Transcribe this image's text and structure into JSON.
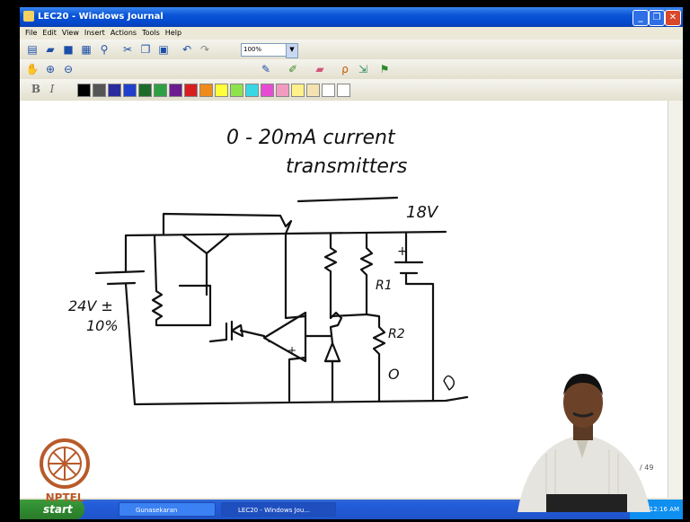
{
  "window": {
    "title": "LEC20 - Windows Journal"
  },
  "menu": [
    "File",
    "Edit",
    "View",
    "Insert",
    "Actions",
    "Tools",
    "Help"
  ],
  "toolbar": {
    "zoom": "100%"
  },
  "colors": [
    "#000000",
    "#555555",
    "#2b2b9e",
    "#1f3fcc",
    "#1d6b2a",
    "#2ea043",
    "#6b1d8f",
    "#d71f1f",
    "#f08a1a",
    "#ffff3a",
    "#8fe34a",
    "#39d7e3",
    "#e84bd3",
    "#f39ac0",
    "#fff08a",
    "#f4e3b0",
    "#ffffff",
    "#ffffff"
  ],
  "note": {
    "heading_line1": "0 - 20mA current",
    "heading_line2": "transmitters",
    "label_18v": "18V",
    "label_24v": "24V ±",
    "label_10pct": "10%",
    "label_r1": "R1",
    "label_r2": "R2",
    "label_o": "O"
  },
  "page_indicator": "/ 49",
  "logo_text": "NPTEL",
  "taskbar": {
    "start": "start",
    "tasks": [
      "Gunasekaran",
      "LEC20 - Windows Jou..."
    ],
    "clock": "12:16 AM"
  }
}
